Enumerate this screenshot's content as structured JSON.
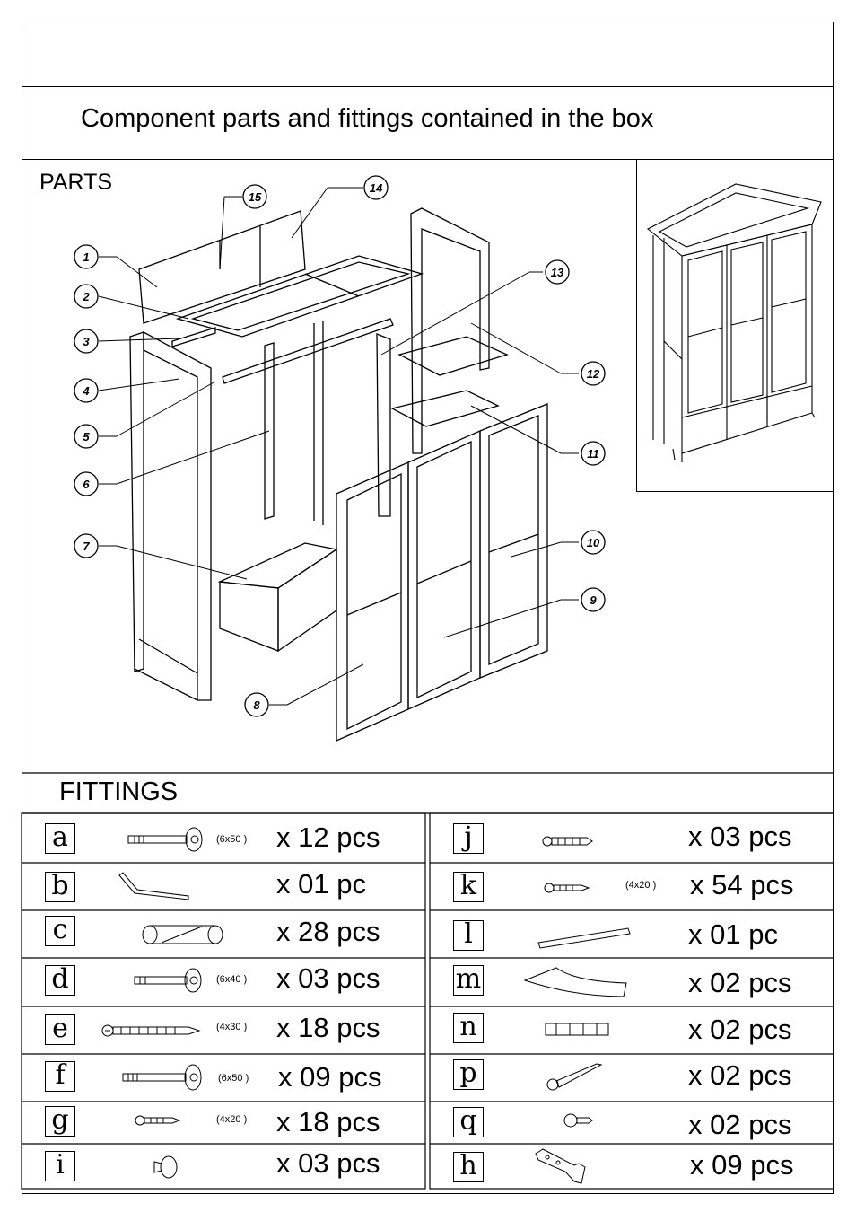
{
  "header": {
    "title": "Component parts and fittings contained in the box"
  },
  "parts": {
    "label": "PARTS",
    "callouts": [
      "1",
      "2",
      "3",
      "4",
      "5",
      "6",
      "7",
      "8",
      "9",
      "10",
      "11",
      "12",
      "13",
      "14",
      "15"
    ]
  },
  "fittings": {
    "label": "FITTINGS",
    "left": [
      {
        "letter": "a",
        "size": "(6x50 )",
        "qty": "x 12 pcs",
        "icon": "long-bolt-icon"
      },
      {
        "letter": "b",
        "size": "",
        "qty": "x 01 pc",
        "icon": "allen-key-icon"
      },
      {
        "letter": "c",
        "size": "",
        "qty": "x 28 pcs",
        "icon": "wooden-dowel-icon"
      },
      {
        "letter": "d",
        "size": "(6x40 )",
        "qty": "x 03 pcs",
        "icon": "bolt-icon"
      },
      {
        "letter": "e",
        "size": "(4x30 )",
        "qty": "x 18 pcs",
        "icon": "long-screw-icon"
      },
      {
        "letter": "f",
        "size": "(6x50 )",
        "qty": "x 09 pcs",
        "icon": "long-bolt-icon"
      },
      {
        "letter": "g",
        "size": "(4x20 )",
        "qty": "x 18 pcs",
        "icon": "short-screw-icon"
      },
      {
        "letter": "i",
        "size": "",
        "qty": "x 03 pcs",
        "icon": "knob-icon"
      }
    ],
    "right": [
      {
        "letter": "j",
        "size": "",
        "qty": "x 03 pcs",
        "icon": "screw-icon"
      },
      {
        "letter": "k",
        "size": "(4x20 )",
        "qty": "x 54 pcs",
        "icon": "short-screw-icon"
      },
      {
        "letter": "l",
        "size": "",
        "qty": "x 01 pc",
        "icon": "hanging-rail-icon"
      },
      {
        "letter": "m",
        "size": "",
        "qty": "x 02 pcs",
        "icon": "bracket-icon"
      },
      {
        "letter": "n",
        "size": "",
        "qty": "x 02 pcs",
        "icon": "wall-plug-icon"
      },
      {
        "letter": "p",
        "size": "",
        "qty": "x 02 pcs",
        "icon": "wood-screw-icon"
      },
      {
        "letter": "q",
        "size": "",
        "qty": "x 02 pcs",
        "icon": "pan-head-screw-icon"
      },
      {
        "letter": "h",
        "size": "",
        "qty": "x 09 pcs",
        "icon": "hinge-icon"
      }
    ]
  }
}
